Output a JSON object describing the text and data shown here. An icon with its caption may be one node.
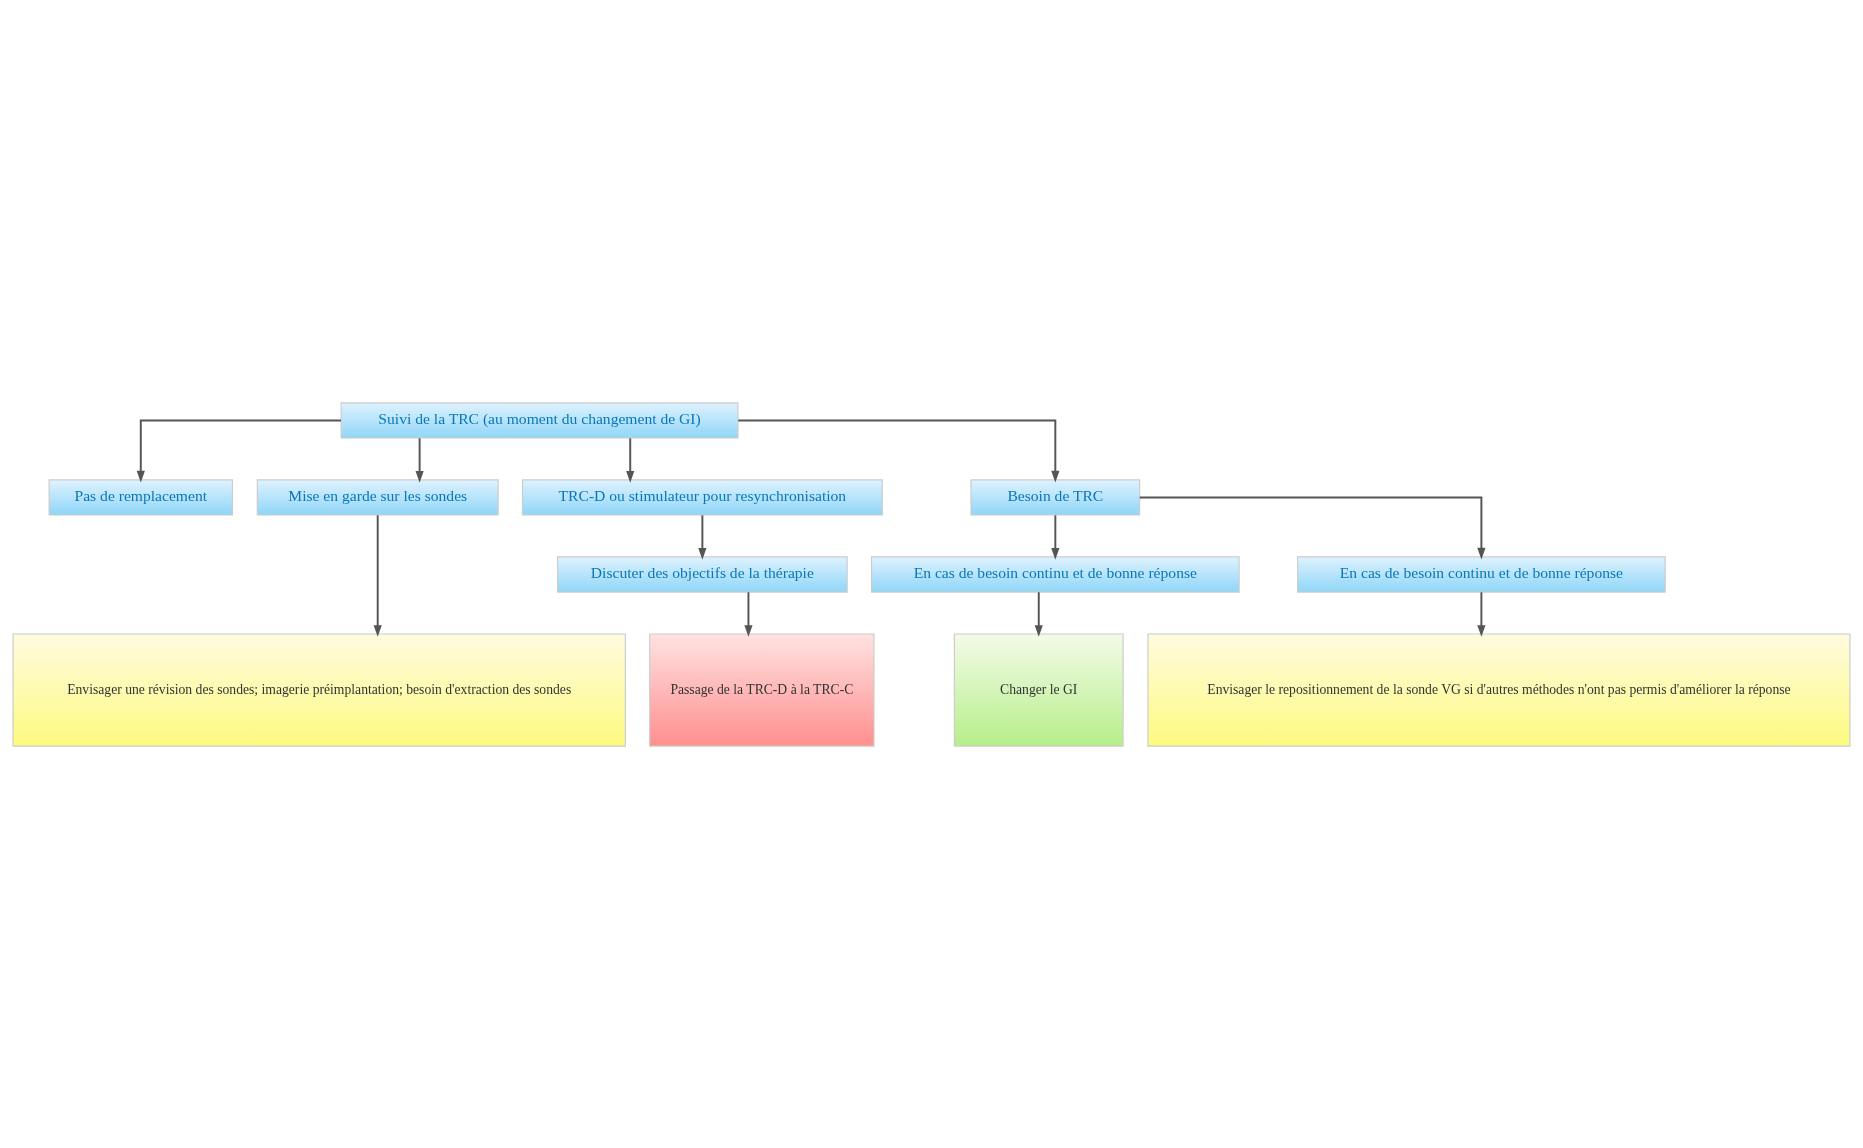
{
  "diagram": {
    "nodes": [
      {
        "text": [
          "Suivi de la TRC (au moment du changement de GI)"
        ]
      },
      {
        "text": [
          "Pas de remplacement"
        ]
      },
      {
        "text": [
          "Mise en garde sur les sondes"
        ]
      },
      {
        "text": [
          "TRC-D ou stimulateur pour resynchronisation"
        ]
      },
      {
        "text": [
          "Besoin de TRC"
        ]
      },
      {
        "text": [
          "Discuter des objectifs de la thérapie"
        ]
      },
      {
        "text": [
          "En cas de besoin continu et de bonne réponse"
        ]
      },
      {
        "text": [
          "En cas de besoin continu et de bonne réponse"
        ]
      },
      {
        "text": [
          "Envisager une révision des sondes; imagerie préimplantation; besoin d'extraction des sondes"
        ]
      },
      {
        "text": [
          "Passage de la TRC-D à la TRC-C"
        ]
      },
      {
        "text": [
          "Changer le GI"
        ]
      },
      {
        "text": [
          "Envisager le repositionnement de la sonde VG si d'autres méthodes n'ont pas permis d'améliorer la réponse"
        ]
      }
    ],
    "edges": [
      {
        "from": 0,
        "to": 1,
        "arrow": "to"
      },
      {
        "from": 0,
        "to": 2,
        "arrow": "to"
      },
      {
        "from": 0,
        "to": 3,
        "arrow": "to"
      },
      {
        "from": 0,
        "to": 4,
        "arrow": "to"
      },
      {
        "from": 3,
        "to": 5,
        "arrow": "to"
      },
      {
        "from": 4,
        "to": 6,
        "arrow": "to"
      },
      {
        "from": 4,
        "to": 7,
        "arrow": "to"
      },
      {
        "from": 2,
        "to": 8,
        "arrow": "to"
      },
      {
        "from": 5,
        "to": 9,
        "arrow": "to"
      },
      {
        "from": 6,
        "to": 10,
        "arrow": "to"
      },
      {
        "from": 7,
        "to": 11,
        "arrow": "to"
      }
    ]
  }
}
